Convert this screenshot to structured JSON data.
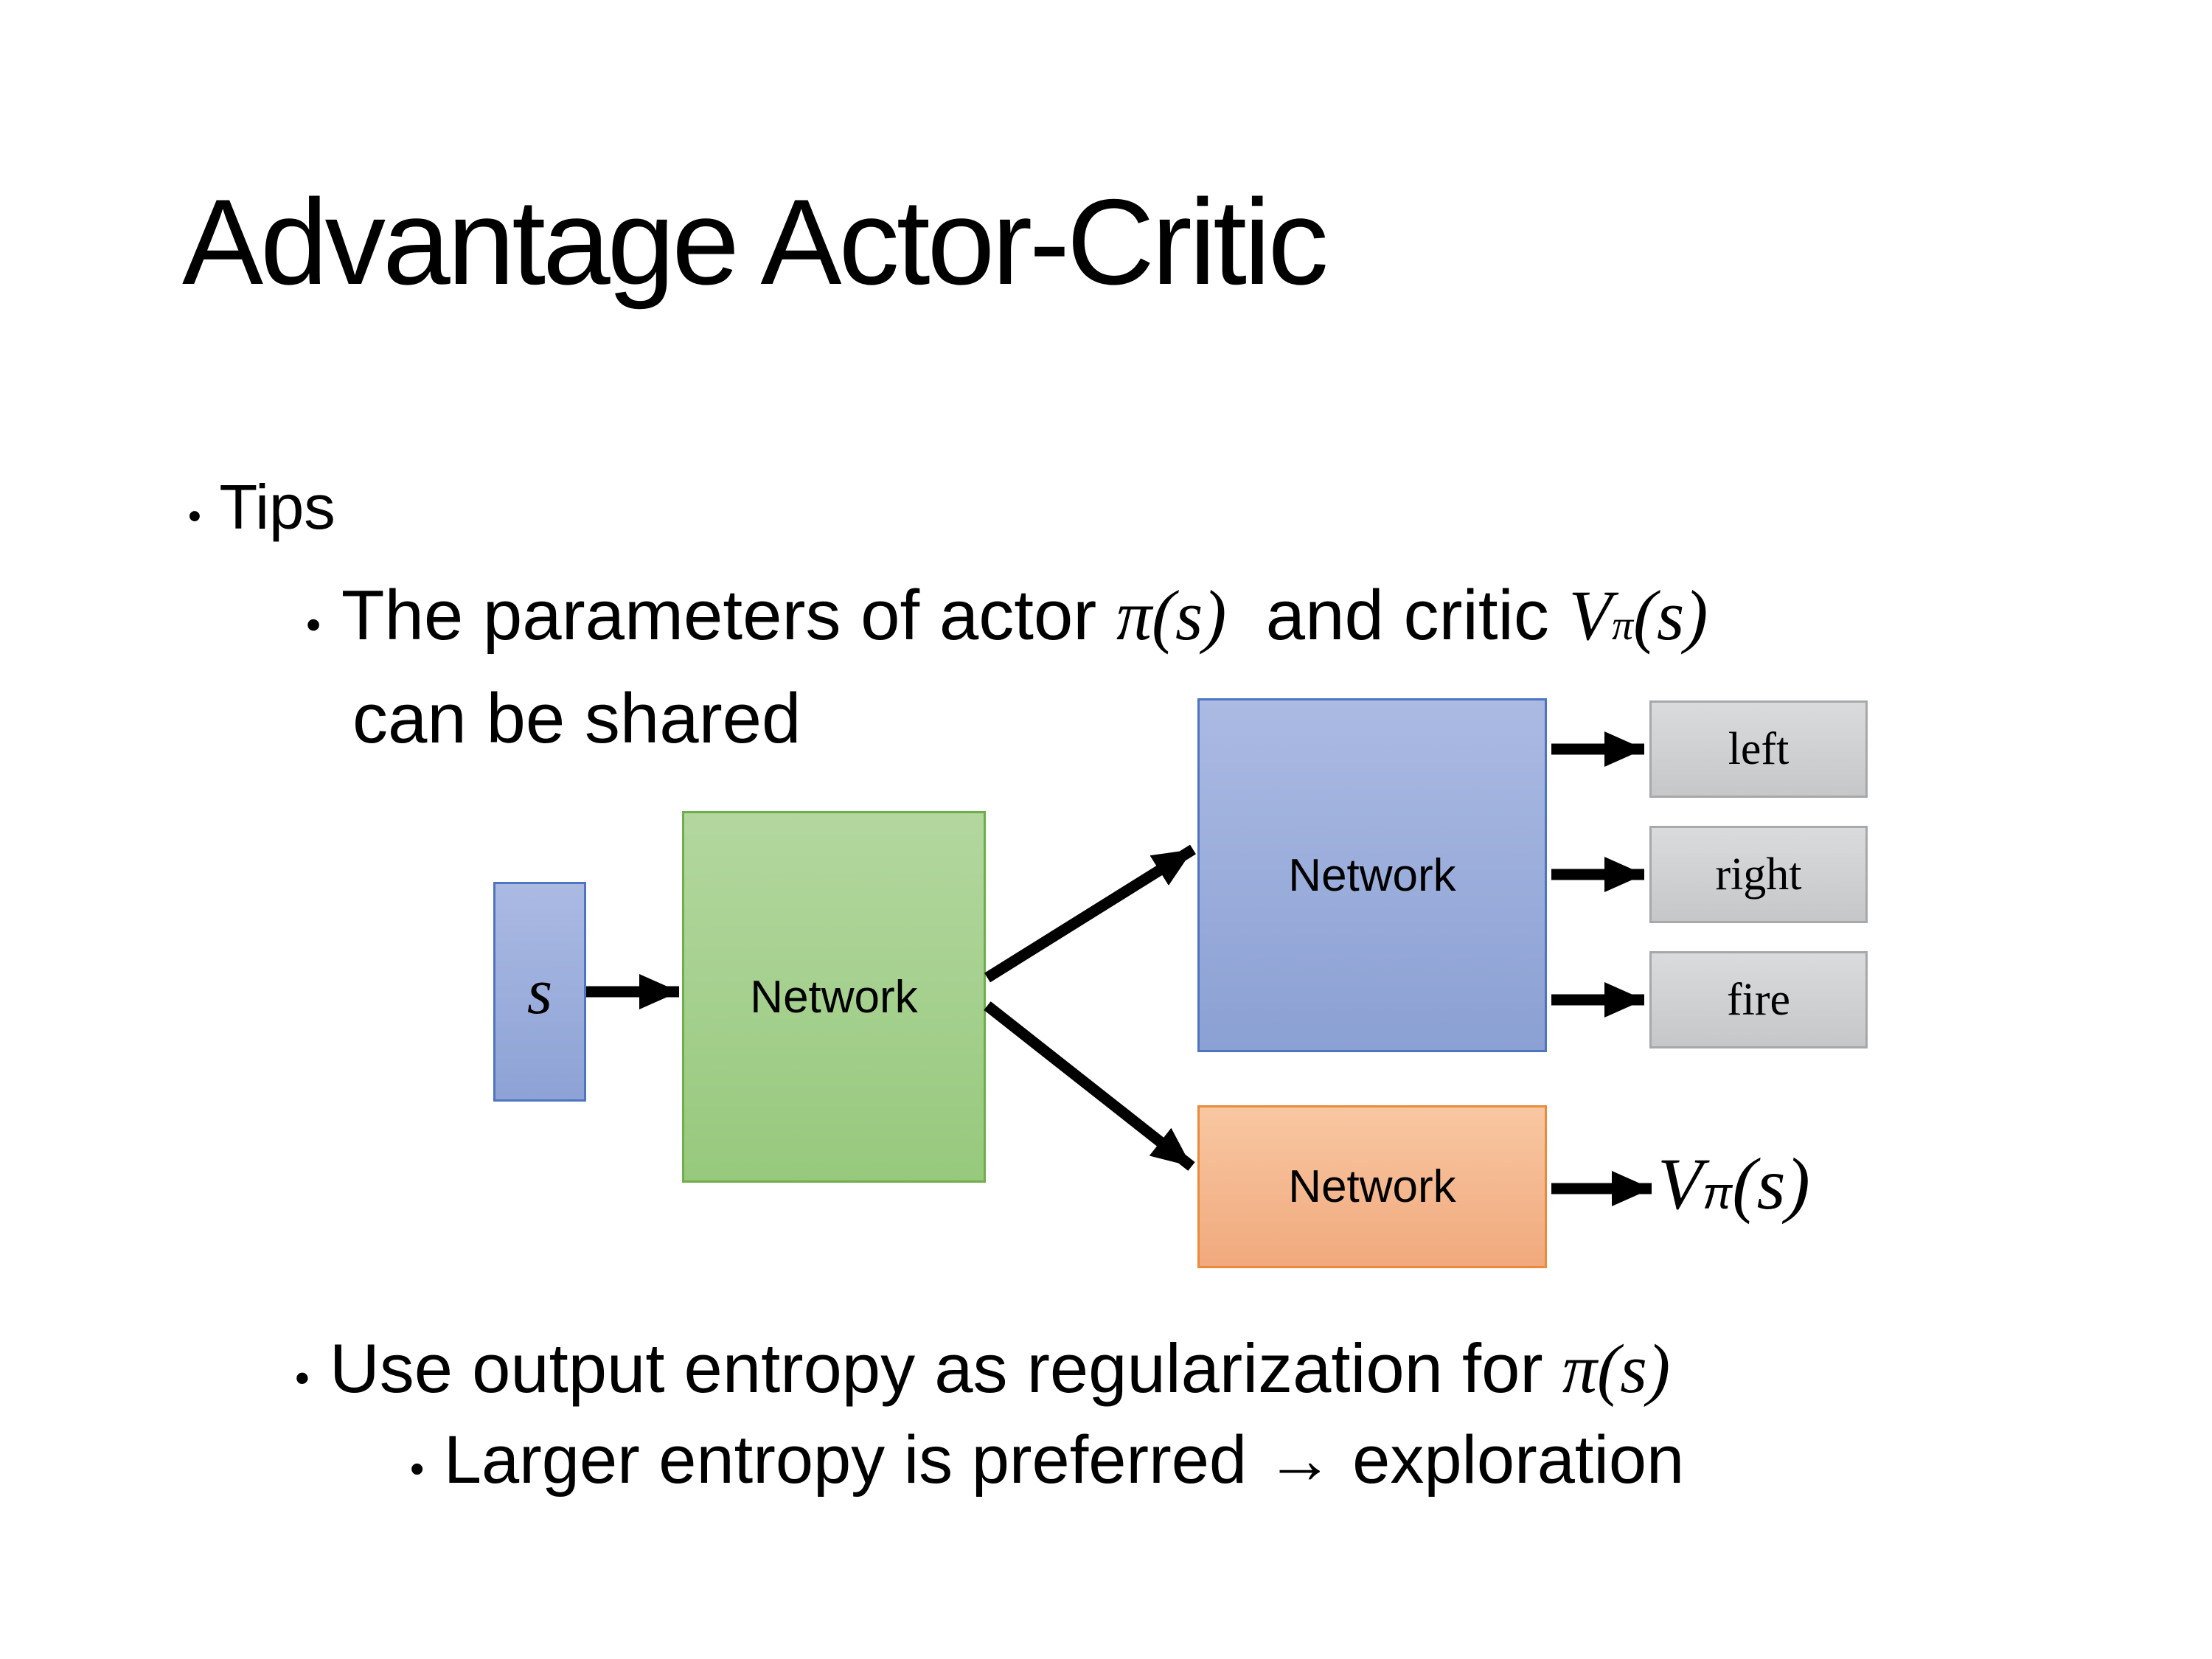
{
  "slide": {
    "title": "Advantage Actor-Critic",
    "bullet_char": "•",
    "bullets": {
      "tips": "Tips",
      "shared_pre": "The parameters of actor ",
      "shared_math_actor": "π(s)",
      "shared_mid": "  and critic ",
      "shared_math_critic_base": "V",
      "shared_math_critic_sup": "π",
      "shared_math_critic_args": "(s)",
      "shared_line2": "can be shared",
      "entropy_pre": "Use output entropy as regularization for ",
      "entropy_math": "π(s)",
      "exploration": "Larger entropy is preferred → exploration"
    }
  },
  "diagram": {
    "state_label": "s",
    "shared_network_label": "Network",
    "actor_network_label": "Network",
    "critic_network_label": "Network",
    "action_labels": [
      "left",
      "right",
      "fire"
    ],
    "value_base": "V",
    "value_sup": "π",
    "value_args": "(s)",
    "colors": {
      "state_fill_top": "#abbae3",
      "state_fill_bottom": "#8da2d5",
      "state_border": "#4f74c0",
      "shared_fill_top": "#b3d79f",
      "shared_fill_bottom": "#97c97d",
      "shared_border": "#6fae4b",
      "actor_fill_top": "#abbae3",
      "actor_fill_bottom": "#8ba0d3",
      "actor_border": "#4f74c0",
      "critic_fill_top": "#f8c7a2",
      "critic_fill_bottom": "#f1a97d",
      "critic_border": "#e98a3d",
      "action_fill_top": "#d9dbdd",
      "action_fill_bottom": "#c5c7c9",
      "action_border": "#a6a8aa",
      "arrow_color": "#000000"
    }
  }
}
